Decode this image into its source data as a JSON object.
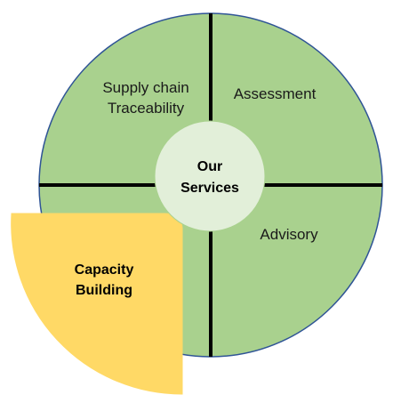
{
  "diagram": {
    "center": {
      "line1": "Our",
      "line2": "Services"
    },
    "quadrants": {
      "top_left": {
        "line1": "Supply chain",
        "line2": "Traceability"
      },
      "top_right": {
        "line1": "Assessment"
      },
      "bottom_right": {
        "line1": "Advisory"
      },
      "highlighted": {
        "line1": "Capacity",
        "line2": "Building"
      }
    },
    "colors": {
      "quadrant_fill": "#a9d18e",
      "outline": "#2f5496",
      "divider": "#000000",
      "center_fill": "#e2efd9",
      "highlight_fill": "#ffd966"
    }
  }
}
